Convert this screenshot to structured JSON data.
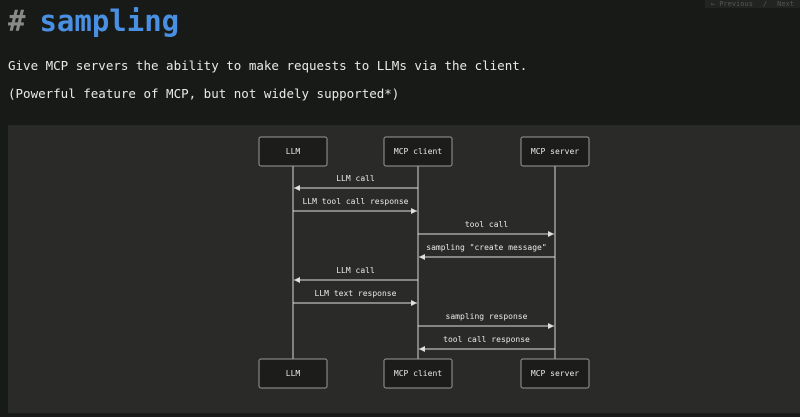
{
  "nav": {
    "previous_label": "← Previous",
    "page_indicator": "/",
    "next_label": "Next"
  },
  "title": {
    "hash": "#",
    "text": "sampling"
  },
  "paragraphs": [
    "Give MCP servers the ability to make requests to LLMs via the client.",
    "(Powerful feature of MCP, but not widely supported*)"
  ],
  "diagram": {
    "participants": [
      "LLM",
      "MCP client",
      "MCP server"
    ],
    "messages": [
      {
        "from": "MCP client",
        "to": "LLM",
        "label": "LLM call"
      },
      {
        "from": "LLM",
        "to": "MCP client",
        "label": "LLM tool call response"
      },
      {
        "from": "MCP client",
        "to": "MCP server",
        "label": "tool call"
      },
      {
        "from": "MCP server",
        "to": "MCP client",
        "label": "sampling \"create message\""
      },
      {
        "from": "MCP client",
        "to": "LLM",
        "label": "LLM call"
      },
      {
        "from": "LLM",
        "to": "MCP client",
        "label": "LLM text response"
      },
      {
        "from": "MCP client",
        "to": "MCP server",
        "label": "sampling response"
      },
      {
        "from": "MCP server",
        "to": "MCP client",
        "label": "tool call response"
      }
    ]
  },
  "colors": {
    "accent": "#4a90e2",
    "panel": "#2a2a29",
    "background": "#181a18"
  }
}
